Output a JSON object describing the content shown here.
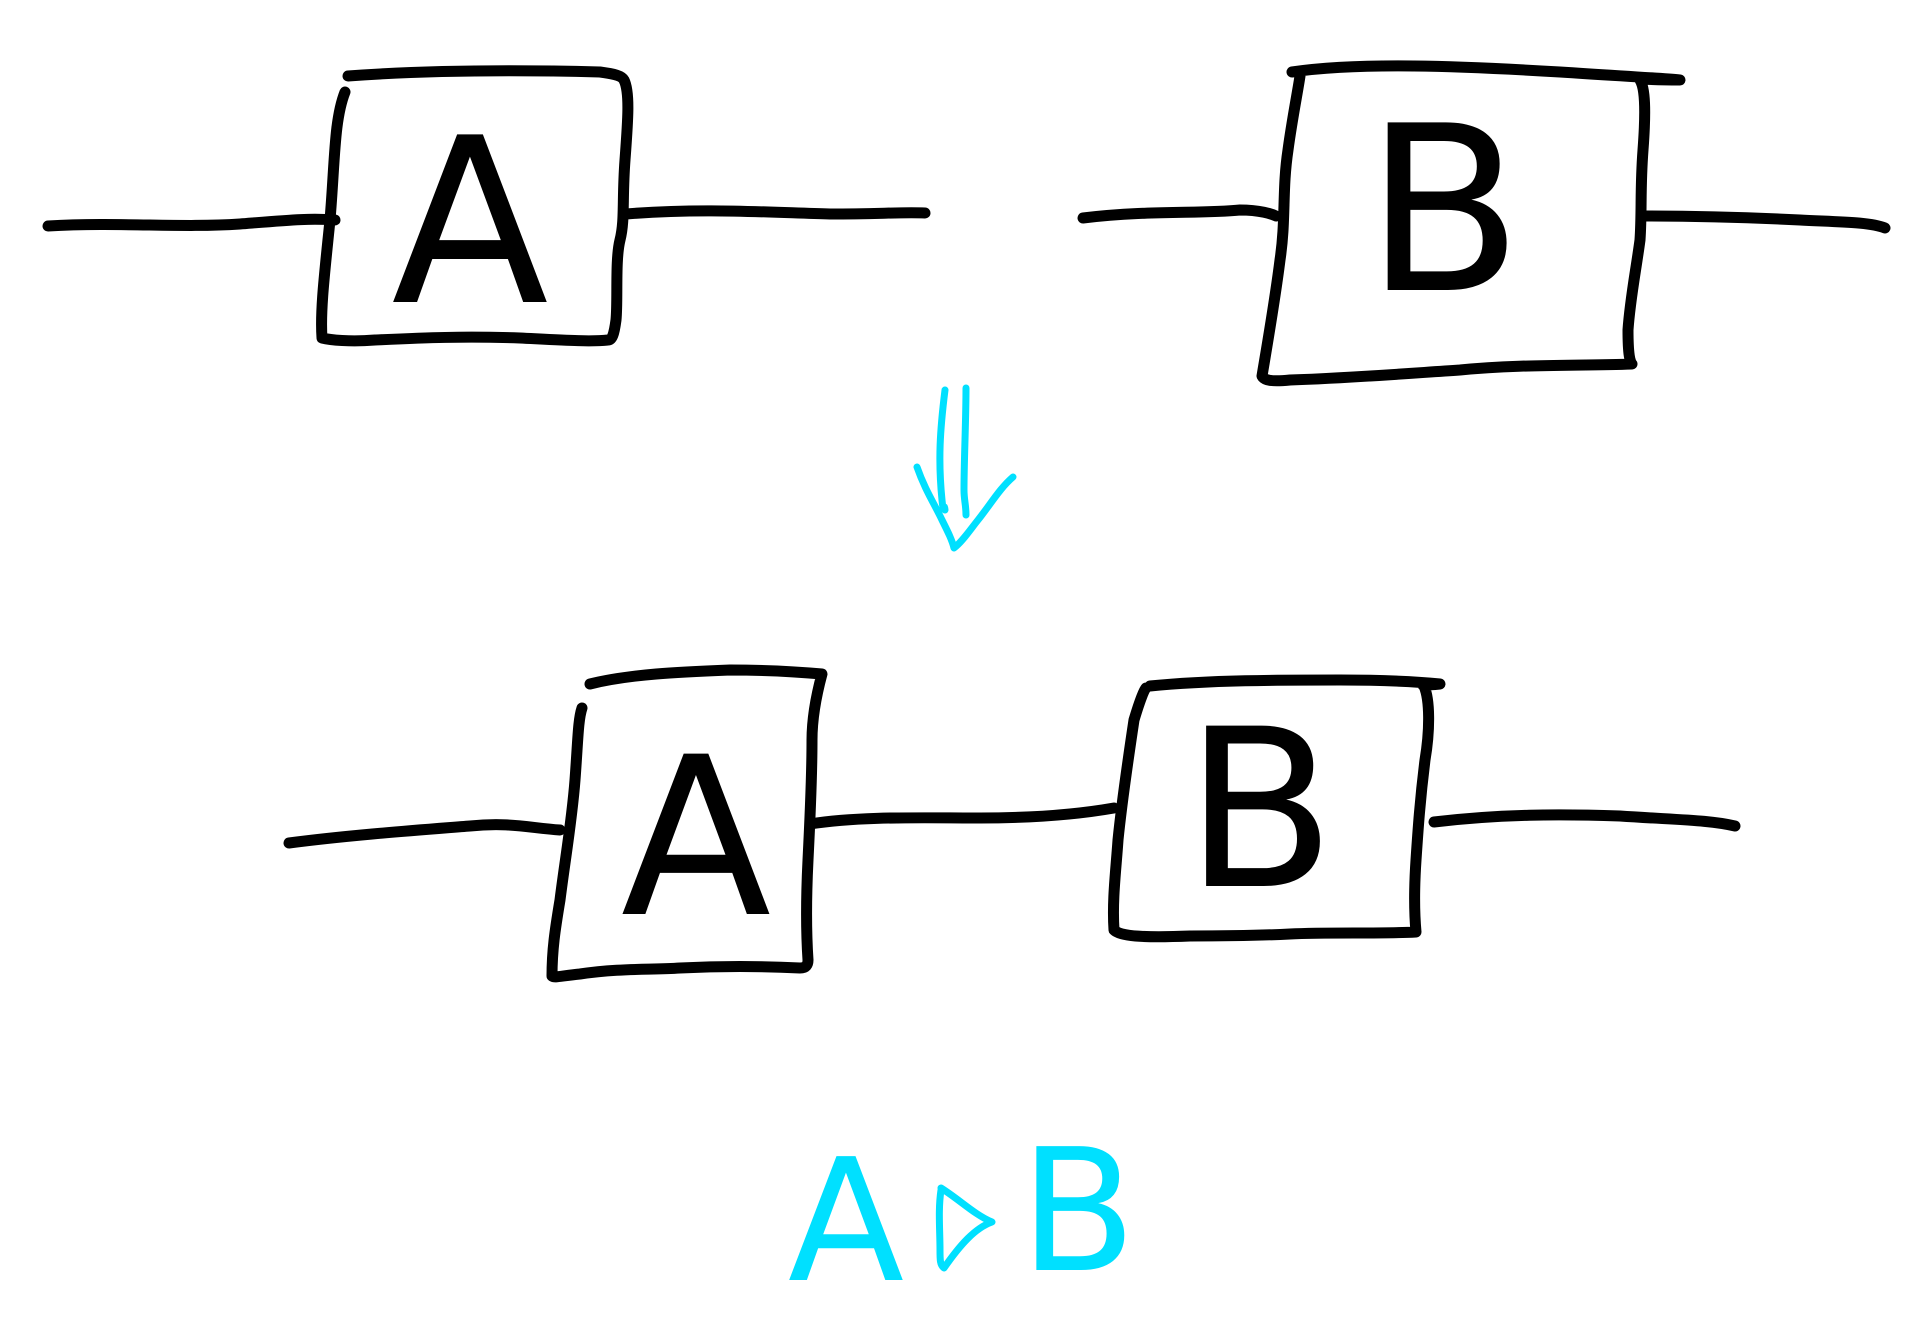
{
  "colors": {
    "ink": "#000000",
    "accent": "#00E0FF",
    "background": "#FFFFFF"
  },
  "top_row": {
    "box_a_label": "A",
    "box_b_label": "B"
  },
  "arrow": {
    "icon": "double-down-arrow-icon"
  },
  "bottom_row": {
    "box_a_label": "A",
    "box_b_label": "B"
  },
  "caption": {
    "left": "A",
    "operator_icon": "triangle-right-icon",
    "right": "B"
  }
}
